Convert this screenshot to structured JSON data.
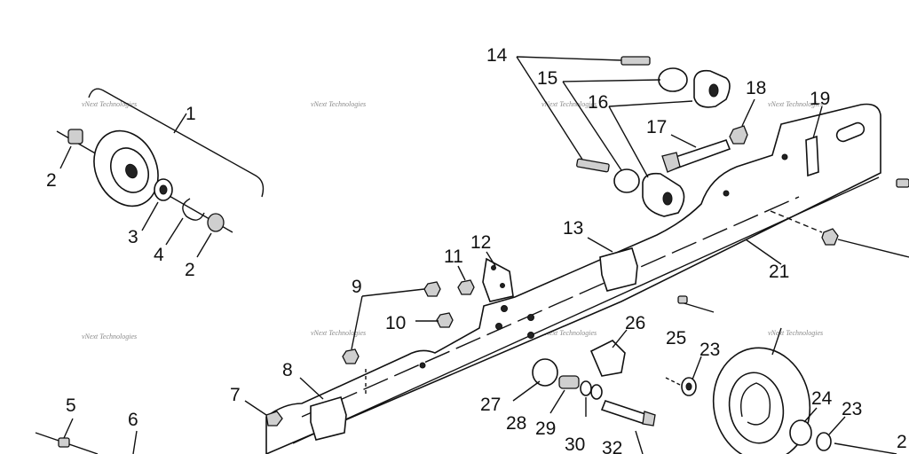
{
  "diagram": {
    "watermark": "vNext Technologies",
    "labels": [
      {
        "id": "1",
        "text": "1"
      },
      {
        "id": "2a",
        "text": "2"
      },
      {
        "id": "2b",
        "text": "2"
      },
      {
        "id": "3",
        "text": "3"
      },
      {
        "id": "4",
        "text": "4"
      },
      {
        "id": "5",
        "text": "5"
      },
      {
        "id": "6",
        "text": "6"
      },
      {
        "id": "7",
        "text": "7"
      },
      {
        "id": "8",
        "text": "8"
      },
      {
        "id": "9",
        "text": "9"
      },
      {
        "id": "10",
        "text": "10"
      },
      {
        "id": "11",
        "text": "11"
      },
      {
        "id": "12",
        "text": "12"
      },
      {
        "id": "13",
        "text": "13"
      },
      {
        "id": "14",
        "text": "14"
      },
      {
        "id": "15",
        "text": "15"
      },
      {
        "id": "16",
        "text": "16"
      },
      {
        "id": "17",
        "text": "17"
      },
      {
        "id": "18",
        "text": "18"
      },
      {
        "id": "19",
        "text": "19"
      },
      {
        "id": "21",
        "text": "21"
      },
      {
        "id": "23a",
        "text": "23"
      },
      {
        "id": "23b",
        "text": "23"
      },
      {
        "id": "24",
        "text": "24"
      },
      {
        "id": "25",
        "text": "25"
      },
      {
        "id": "26",
        "text": "26"
      },
      {
        "id": "27",
        "text": "27"
      },
      {
        "id": "28",
        "text": "28"
      },
      {
        "id": "29",
        "text": "29"
      },
      {
        "id": "30",
        "text": "30"
      },
      {
        "id": "32",
        "text": "32"
      },
      {
        "id": "2c",
        "text": "2"
      }
    ]
  }
}
